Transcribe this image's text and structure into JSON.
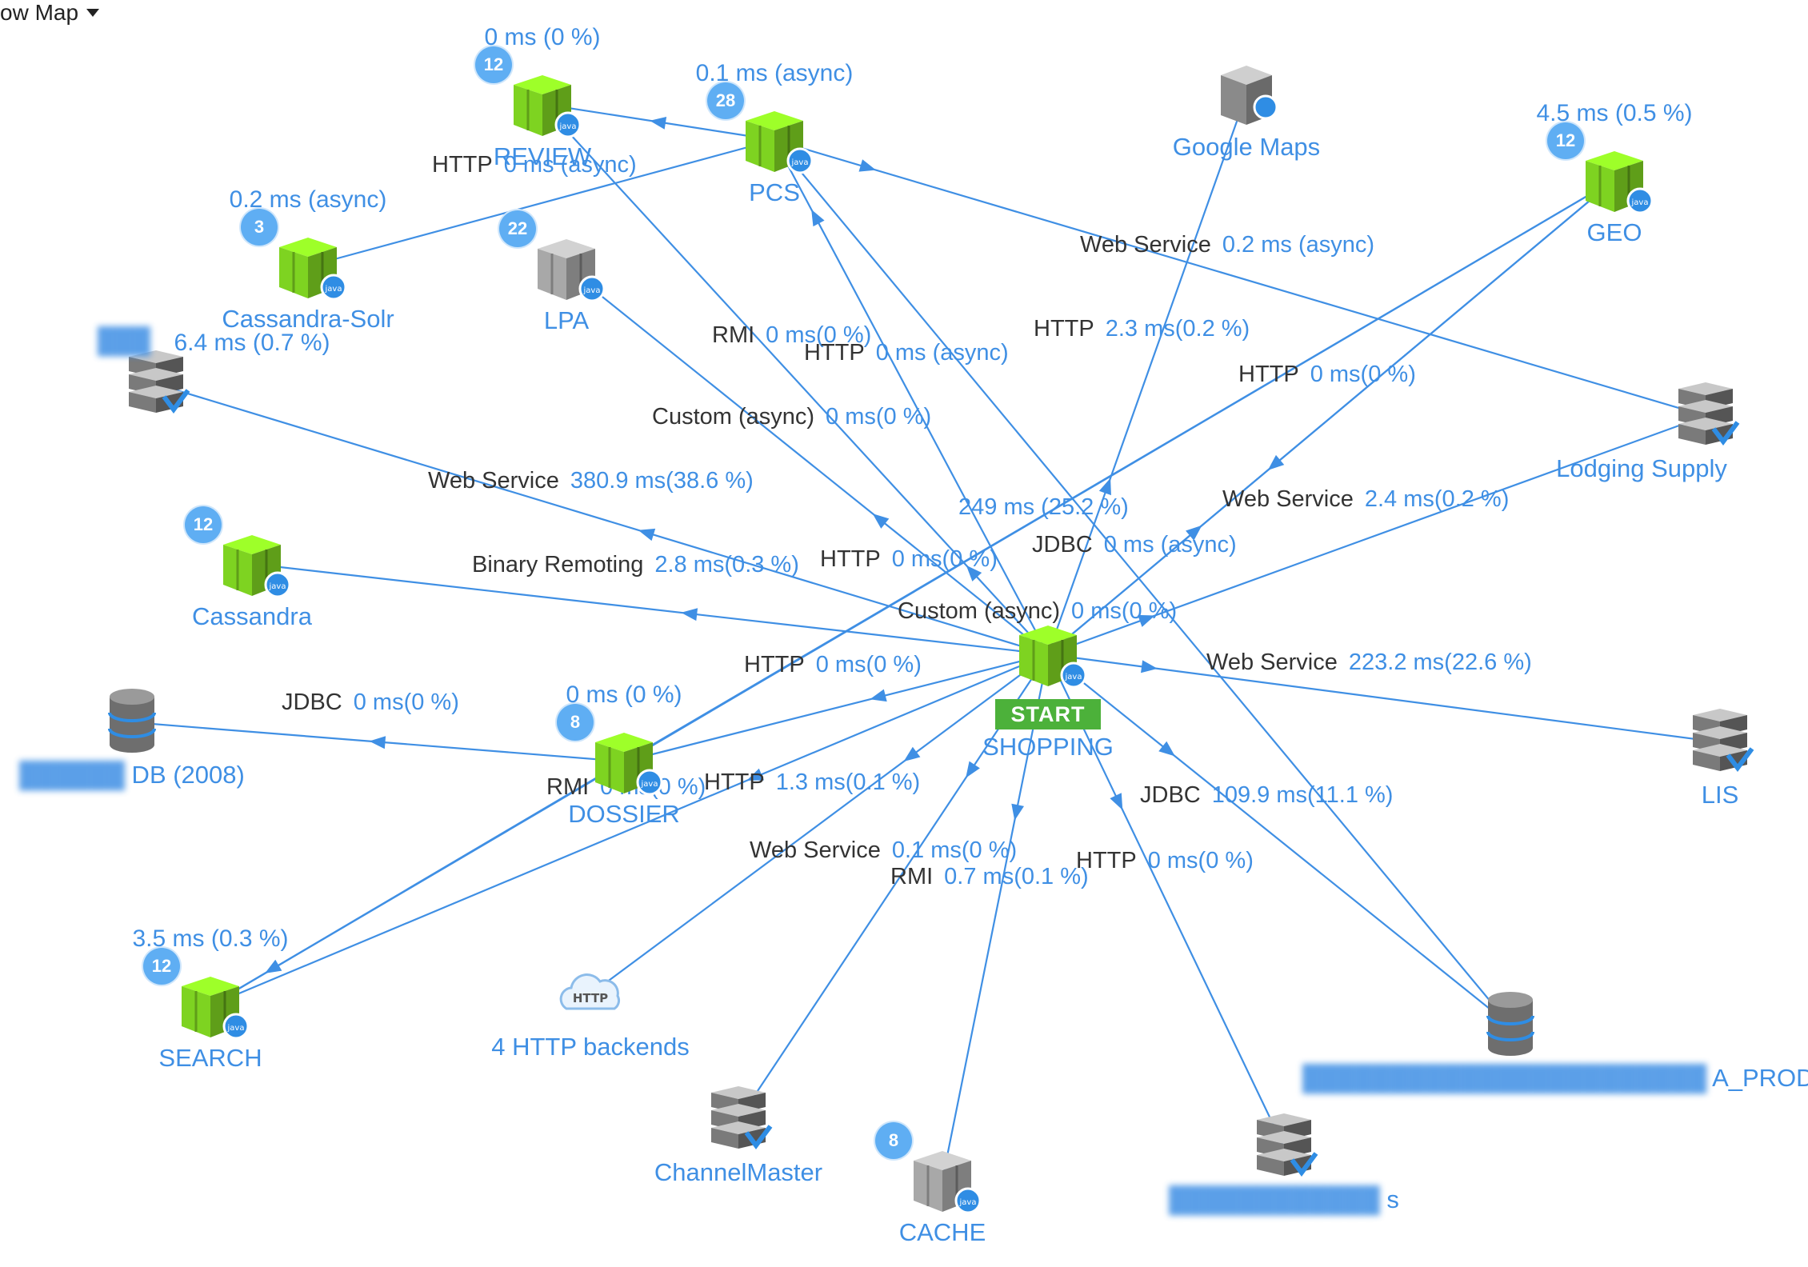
{
  "header": {
    "title": "ow Map"
  },
  "colors": {
    "link": "#3f8fe4",
    "app_tier": "#7ed321",
    "badge": "#5faef3",
    "start": "#4cb13a"
  },
  "nodes": [
    {
      "id": "review",
      "name": "REVIEW",
      "metric": "0 ms (0 %)",
      "badge": "12",
      "type": "app-tier"
    },
    {
      "id": "pcs",
      "name": "PCS",
      "metric": "0.1 ms (async)",
      "badge": "28",
      "type": "app-tier"
    },
    {
      "id": "google",
      "name": "Google Maps",
      "metric": "",
      "badge": "",
      "type": "remote-service"
    },
    {
      "id": "geo",
      "name": "GEO",
      "metric": "4.5 ms (0.5 %)",
      "badge": "12",
      "type": "app-tier"
    },
    {
      "id": "csolr",
      "name": "Cassandra-Solr",
      "metric": "0.2 ms (async)",
      "badge": "3",
      "type": "app-tier"
    },
    {
      "id": "lpa",
      "name": "LPA",
      "metric": "",
      "badge": "22",
      "type": "app-tier-gray"
    },
    {
      "id": "ws1",
      "name": "",
      "metric": "6.4 ms (0.7 %)",
      "badge": "",
      "type": "server"
    },
    {
      "id": "lodging",
      "name": "Lodging Supply",
      "metric": "",
      "badge": "",
      "type": "server"
    },
    {
      "id": "cassandra",
      "name": "Cassandra",
      "metric": "",
      "badge": "12",
      "type": "app-tier"
    },
    {
      "id": "shopping",
      "name": "SHOPPING",
      "metric": "",
      "badge": "",
      "type": "app-tier",
      "start": "START"
    },
    {
      "id": "db2008",
      "name": "DB (2008)",
      "metric": "",
      "badge": "",
      "type": "database"
    },
    {
      "id": "dossier",
      "name": "DOSSIER",
      "metric": "0 ms (0 %)",
      "badge": "8",
      "type": "app-tier"
    },
    {
      "id": "lis",
      "name": "LIS",
      "metric": "",
      "badge": "",
      "type": "server"
    },
    {
      "id": "search",
      "name": "SEARCH",
      "metric": "3.5 ms (0.3 %)",
      "badge": "12",
      "type": "app-tier"
    },
    {
      "id": "http4",
      "name": "4 HTTP backends",
      "metric": "",
      "badge": "",
      "type": "cloud",
      "cloud_label": "HTTP"
    },
    {
      "id": "prod",
      "name": "A_PROD",
      "metric": "",
      "badge": "",
      "type": "database"
    },
    {
      "id": "channel",
      "name": "ChannelMaster",
      "metric": "",
      "badge": "",
      "type": "server"
    },
    {
      "id": "cache",
      "name": "CACHE",
      "metric": "",
      "badge": "8",
      "type": "app-tier-gray"
    },
    {
      "id": "services",
      "name": "s",
      "metric": "",
      "badge": "",
      "type": "server"
    }
  ],
  "edges": [
    {
      "from": "shopping",
      "to": "ws1",
      "protocol": "Web Service",
      "metric": "380.9 ms(38.6 %)"
    },
    {
      "from": "shopping",
      "to": "cassandra",
      "protocol": "Binary Remoting",
      "metric": "2.8 ms(0.3 %)"
    },
    {
      "from": "shopping",
      "to": "lpa",
      "protocol": "Custom (async)",
      "metric": "0 ms(0 %)"
    },
    {
      "from": "shopping",
      "to": "review",
      "protocol": "RMI",
      "metric": "0 ms(0 %)"
    },
    {
      "from": "shopping",
      "to": "pcs",
      "protocol": "HTTP",
      "metric": "0 ms (async)"
    },
    {
      "from": "shopping",
      "to": "google",
      "protocol": "HTTP",
      "metric": "2.3 ms(0.2 %)"
    },
    {
      "from": "shopping",
      "to": "geo",
      "protocol": "HTTP",
      "metric": "0 ms(0 %)"
    },
    {
      "from": "shopping",
      "to": "lodging",
      "protocol": "Web Service",
      "metric": "2.4 ms(0.2 %)"
    },
    {
      "from": "shopping",
      "to": "lis",
      "protocol": "Web Service",
      "metric": "223.2 ms(22.6 %)"
    },
    {
      "from": "shopping",
      "to": "prod",
      "protocol": "JDBC",
      "metric": "109.9 ms(11.1 %)"
    },
    {
      "from": "shopping",
      "to": "services",
      "protocol": "HTTP",
      "metric": "0 ms(0 %)"
    },
    {
      "from": "shopping",
      "to": "cache",
      "protocol": "RMI",
      "metric": "0.7 ms(0.1 %)"
    },
    {
      "from": "shopping",
      "to": "channel",
      "protocol": "Web Service",
      "metric": "0.1 ms(0 %)"
    },
    {
      "from": "shopping",
      "to": "http4",
      "protocol": "HTTP",
      "metric": "1.3 ms(0.1 %)"
    },
    {
      "from": "shopping",
      "to": "dossier",
      "protocol": "HTTP",
      "metric": "0 ms(0 %)"
    },
    {
      "from": "shopping",
      "to": "search",
      "protocol": "Custom (async)",
      "metric": "0 ms(0 %)"
    },
    {
      "from": "dossier",
      "to": "db2008",
      "protocol": "JDBC",
      "metric": "0 ms(0 %)"
    },
    {
      "from": "dossier",
      "to": "search",
      "protocol": "RMI",
      "metric": "0 ms(0 %)"
    },
    {
      "from": "dossier",
      "to": "geo",
      "protocol": "HTTP",
      "metric": "0 ms(0 %)"
    },
    {
      "from": "pcs",
      "to": "review",
      "protocol": "HTTP",
      "metric": "0 ms (async)"
    },
    {
      "from": "pcs",
      "to": "csolr",
      "protocol": "",
      "metric": ""
    },
    {
      "from": "pcs",
      "to": "lodging",
      "protocol": "Web Service",
      "metric": "0.2 ms (async)"
    },
    {
      "from": "pcs",
      "to": "prod",
      "protocol": "JDBC",
      "metric": "0 ms (async)"
    },
    {
      "from": "geo",
      "to": "shopping",
      "protocol": "",
      "metric": "249 ms (25.2 %)"
    },
    {
      "from": "search",
      "to": "geo",
      "protocol": "",
      "metric": ""
    }
  ]
}
